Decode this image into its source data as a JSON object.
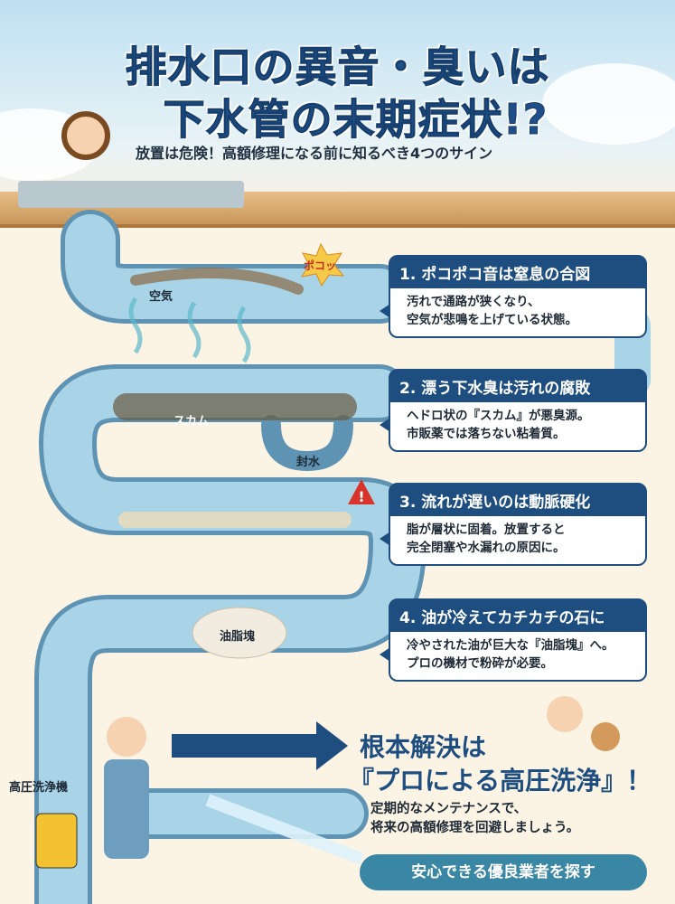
{
  "header": {
    "title_line1": "排水口の異音・臭いは",
    "title_line2": "下水管の末期症状!?",
    "subtitle": "放置は危険！高額修理になる前に知るべき4つのサイン"
  },
  "illustration_labels": {
    "air": "空気",
    "pop": "ポコッ",
    "scum": "スカム",
    "trap_water": "封水",
    "grease_block": "油脂塊",
    "pressure_washer": "高圧洗浄機"
  },
  "signs": [
    {
      "title": "1. ポコポコ音は窒息の合図",
      "lines": [
        "汚れで通路が狭くなり、",
        "空気が悲鳴を上げている状態。"
      ]
    },
    {
      "title": "2. 漂う下水臭は汚れの腐敗",
      "lines": [
        "ヘドロ状の『スカム』が悪臭源。",
        "市販薬では落ちない粘着質。"
      ]
    },
    {
      "title": "3. 流れが遅いのは動脈硬化",
      "lines": [
        "脂が層状に固着。放置すると",
        "完全閉塞や水漏れの原因に。"
      ]
    },
    {
      "title": "4. 油が冷えてカチカチの石に",
      "lines": [
        "冷やされた油が巨大な『油脂塊』へ。",
        "プロの機材で粉砕が必要。"
      ]
    }
  ],
  "conclusion": {
    "line1": "根本解決は",
    "line2": "『プロによる高圧洗浄』！",
    "body_lines": [
      "定期的なメンテナンスで、",
      "将来の高額修理を回避しましょう。"
    ],
    "cta_label": "安心できる優良業者を探す"
  },
  "colors": {
    "navy": "#1e4e80",
    "cta": "#3a86a5",
    "cream": "#fbf3e4",
    "pipe": "#8fc3dc"
  }
}
